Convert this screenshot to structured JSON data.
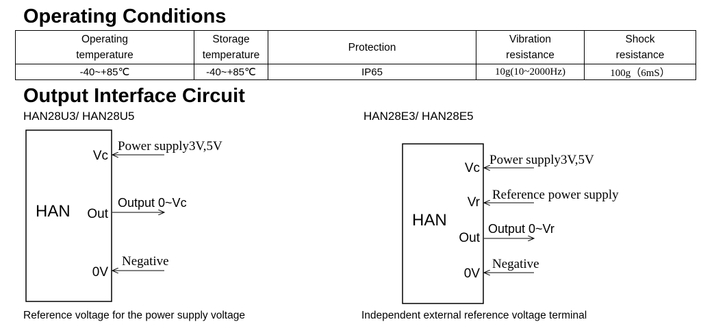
{
  "section1": {
    "title": "Operating Conditions",
    "headers": [
      [
        "Operating",
        "temperature"
      ],
      [
        "Storage",
        "temperature"
      ],
      [
        "Protection"
      ],
      [
        "Vibration",
        "resistance"
      ],
      [
        "Shock",
        "resistance"
      ]
    ],
    "values": [
      "-40~+85℃",
      "-40~+85℃",
      "IP65",
      "10g(10~2000Hz)",
      "100g（6mS）"
    ]
  },
  "section2": {
    "title": "Output Interface Circuit",
    "left": {
      "model": "HAN28U3/ HAN28U5",
      "device_label": "HAN",
      "pins": [
        "Vc",
        "Out",
        "0V"
      ],
      "signals": [
        "Power supply3V,5V",
        "Output 0~Vc",
        "Negative"
      ],
      "caption": "Reference voltage for the power supply voltage"
    },
    "right": {
      "model": "HAN28E3/ HAN28E5",
      "device_label": "HAN",
      "pins": [
        "Vc",
        "Vr",
        "Out",
        "0V"
      ],
      "signals": [
        "Power supply3V,5V",
        "Reference power supply",
        "Output 0~Vr",
        "Negative"
      ],
      "caption": "Independent external reference voltage terminal"
    }
  }
}
